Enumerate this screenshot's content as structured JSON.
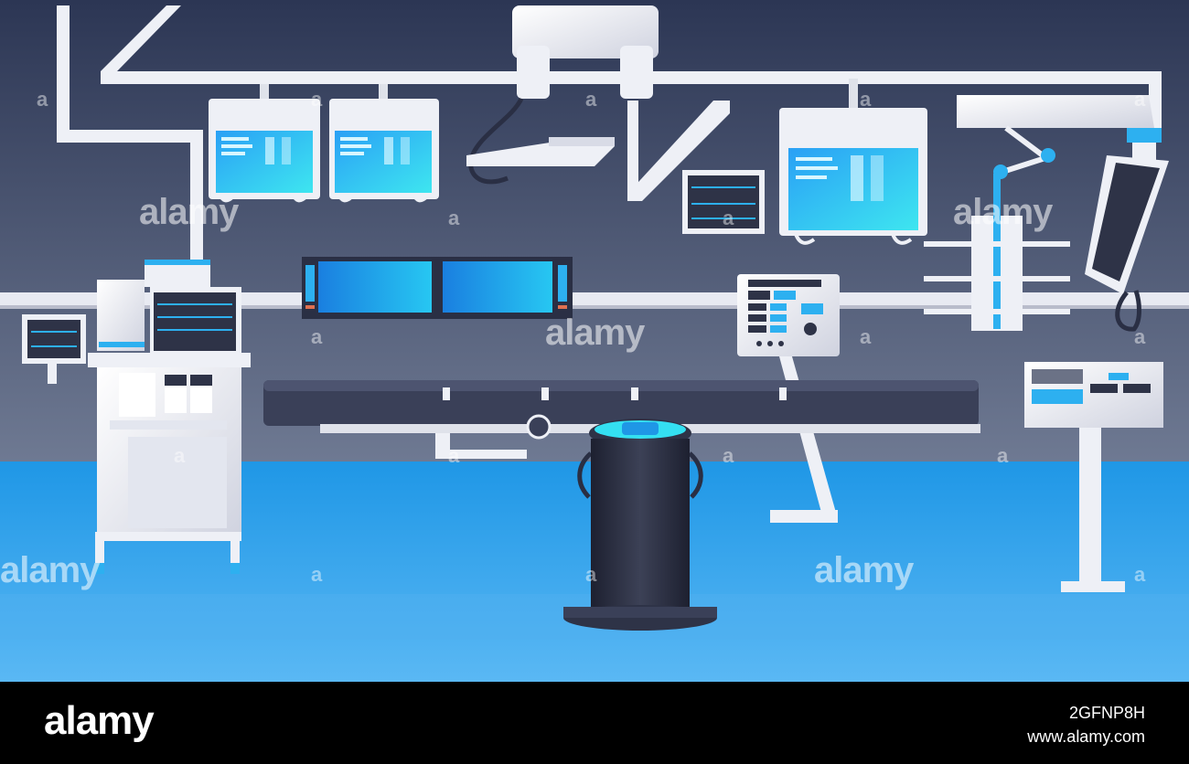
{
  "scene": {
    "colors": {
      "wall_top": "#2f3a5a",
      "wall_bottom": "#6a7590",
      "floor": "#2a9ce8",
      "floor_light": "#52b3f2",
      "equipment_white": "#f1f2f7",
      "equipment_shadow": "#c9ccd8",
      "screen_blue": "#1fb4f5",
      "screen_cyan": "#34e0f2",
      "dark_panel": "#2e3347",
      "table_dark": "#3a4058"
    },
    "icons": [
      "ceiling-pipe-rail",
      "surgical-lamp-arm",
      "ceiling-monitor",
      "operating-table",
      "anesthesia-machine",
      "vital-signs-monitor",
      "ventilator-stand",
      "wall-display"
    ]
  },
  "watermark": {
    "text": "alamy",
    "small_text": "a"
  },
  "footer": {
    "logo": "alamy",
    "image_id": "2GFNP8H",
    "site": "www.alamy.com"
  }
}
